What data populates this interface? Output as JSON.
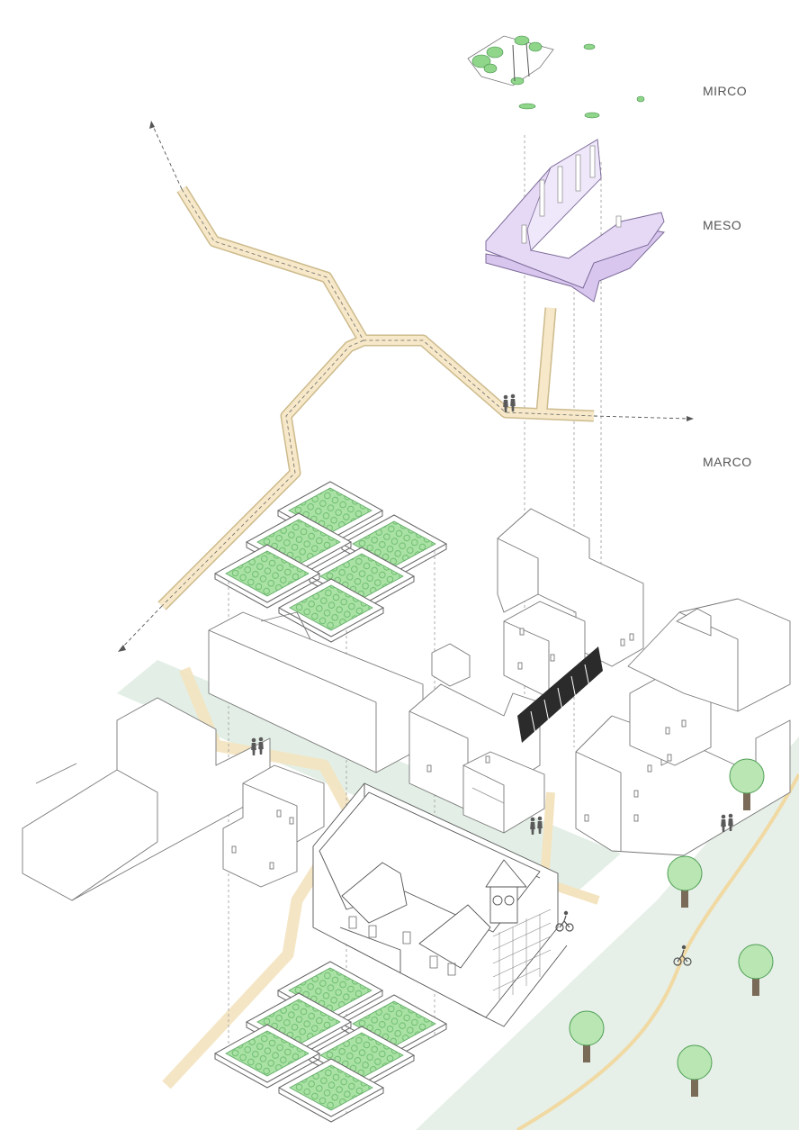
{
  "labels": {
    "mirco": "MIRCO",
    "meso": "MESO",
    "marco": "MARCO"
  },
  "colors": {
    "path": "#f5e6c8",
    "path_stroke": "#cdbb8d",
    "meso_deck": "#dcccf2",
    "meso_stroke": "#8d7aa8",
    "green_roof": "#9fdc9b",
    "green_dark": "#4f9e55",
    "street_band": "#e4efe7",
    "tree_crown": "#b8e6b0",
    "tree_trunk": "#7a6a58",
    "line": "#555555"
  },
  "icons": [
    "people-icon",
    "cyclist-icon",
    "tree-icon",
    "arrow-icon"
  ]
}
